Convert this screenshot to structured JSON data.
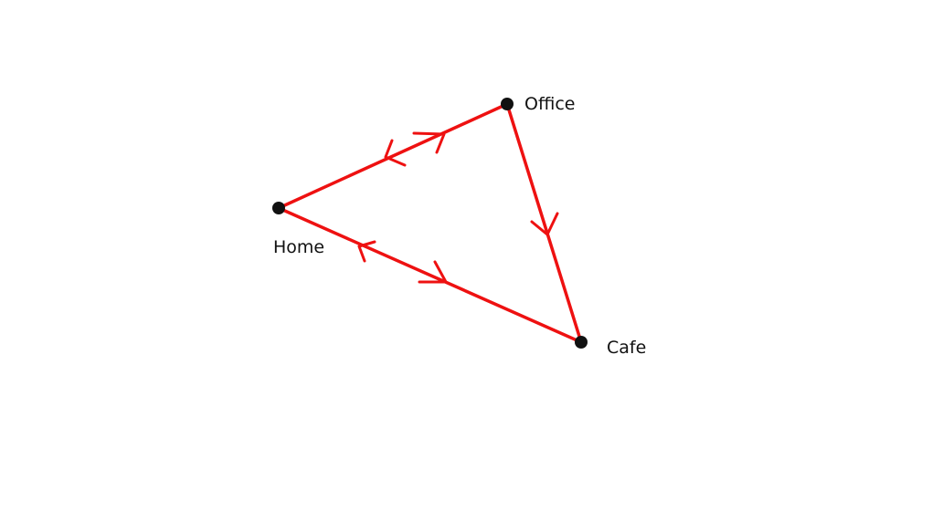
{
  "diagram": {
    "colors": {
      "edge": "#ee1111",
      "node": "#111111",
      "background": "#ffffff"
    },
    "nodes": [
      {
        "id": "home",
        "label": "Home"
      },
      {
        "id": "office",
        "label": "Office"
      },
      {
        "id": "cafe",
        "label": "Cafe"
      }
    ],
    "edges": [
      {
        "from": "home",
        "to": "office",
        "arrows": [
          "both directions"
        ]
      },
      {
        "from": "office",
        "to": "cafe",
        "arrows": [
          "office-to-cafe"
        ]
      },
      {
        "from": "home",
        "to": "cafe",
        "arrows": [
          "both directions"
        ]
      }
    ]
  }
}
